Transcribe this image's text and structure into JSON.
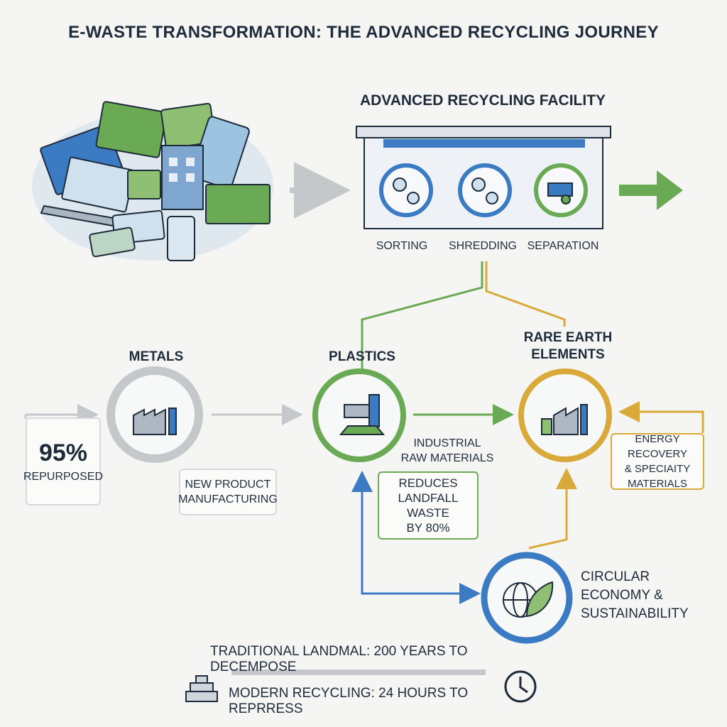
{
  "title": "E-WASTE TRANSFORMATION: THE ADVANCED RECYCLING JOURNEY",
  "facility": {
    "title": "ADVANCED RECYCLING FACILITY",
    "steps": [
      {
        "label": "SORTING",
        "icon": "gears-icon"
      },
      {
        "label": "SHREDDING",
        "icon": "gears-icon"
      },
      {
        "label": "SEPARATION",
        "icon": "machine-icon"
      }
    ]
  },
  "materials": {
    "metals": {
      "label": "METALS",
      "icon": "factory-icon"
    },
    "plastics": {
      "label": "PLASTICS",
      "icon": "industrial-machine-icon"
    },
    "rare_earth": {
      "label": "RARE EARTH\nELEMENTS",
      "icon": "factory-icon"
    }
  },
  "stats": {
    "repurposed_value": "95%",
    "repurposed_label": "REPURPOSED",
    "new_product": "NEW PRODUCT\nMANUFACTURING",
    "industrial": "INDUSTRIAL\nRAW MATERIALS",
    "reduces": "REDUCES\nLANDFALL WASTE\nBY 80%",
    "energy": "ENERGY RECOVERY\n& SPECIAITY\nMATERIALS"
  },
  "circular": {
    "label": "CIRCULAR\nECONOMY &\nSUSTAINABILITY",
    "icon": "globe-leaf-icon"
  },
  "bottom": {
    "traditional": "TRADITIONAL LANDMAL: 200 YEARS TO DECEMPOSE",
    "modern": "MODERN RECYCLING: 24 HOURS TO REPRRESS",
    "left_icon": "bricks-icon",
    "right_icon": "clock-icon"
  },
  "colors": {
    "blue": "#3b7bc4",
    "green": "#6aaa55",
    "gold": "#d9a93a",
    "gray": "#c5c8cb",
    "navy": "#1e2b3a"
  }
}
